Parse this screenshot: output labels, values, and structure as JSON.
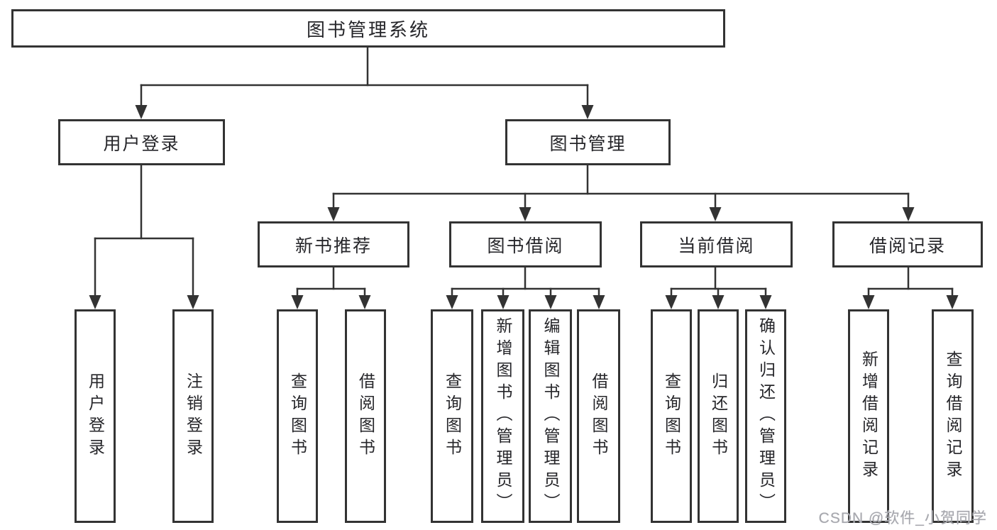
{
  "diagram": {
    "root": {
      "label": "图书管理系统"
    },
    "level2": [
      {
        "label": "用户登录"
      },
      {
        "label": "图书管理"
      }
    ],
    "level3": [
      {
        "label": "新书推荐"
      },
      {
        "label": "图书借阅"
      },
      {
        "label": "当前借阅"
      },
      {
        "label": "借阅记录"
      }
    ],
    "leaves": [
      {
        "label": "用户登录"
      },
      {
        "label": "注销登录"
      },
      {
        "label": "查询图书"
      },
      {
        "label": "借阅图书"
      },
      {
        "label": "查询图书"
      },
      {
        "label": "新增图书（管理员）"
      },
      {
        "label": "编辑图书（管理员）"
      },
      {
        "label": "借阅图书"
      },
      {
        "label": "查询图书"
      },
      {
        "label": "归还图书"
      },
      {
        "label": "确认归还（管理员）"
      },
      {
        "label": "新增借阅记录"
      },
      {
        "label": "查询借阅记录"
      }
    ],
    "watermark": "CSDN @软件_小贺同学",
    "colors": {
      "line": "#333333",
      "text": "#26262a",
      "watermark": "#a6a7ad",
      "background": "#ffffff"
    }
  }
}
